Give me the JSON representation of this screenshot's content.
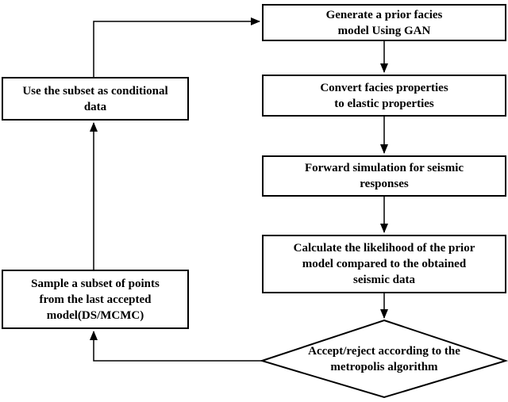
{
  "colors": {
    "background": "#ffffff",
    "line": "#000000",
    "box_border": "#000000",
    "box_fill": "#ffffff",
    "text": "#000000"
  },
  "nodes": {
    "generate_prior": {
      "label": "Generate a prior facies\nmodel Using GAN"
    },
    "convert_facies": {
      "label": "Convert facies properties\nto elastic properties"
    },
    "forward_simulation": {
      "label": "Forward simulation for seismic\nresponses"
    },
    "calculate_likelihood": {
      "label": "Calculate the likelihood of  the prior\nmodel compared to the obtained\nseismic data"
    },
    "accept_reject": {
      "label": "Accept/reject according to the\nmetropolis algorithm"
    },
    "use_subset": {
      "label": "Use the subset as conditional\ndata"
    },
    "sample_subset": {
      "label": "Sample a subset of points\nfrom the last accepted\nmodel(DS/MCMC)"
    }
  }
}
